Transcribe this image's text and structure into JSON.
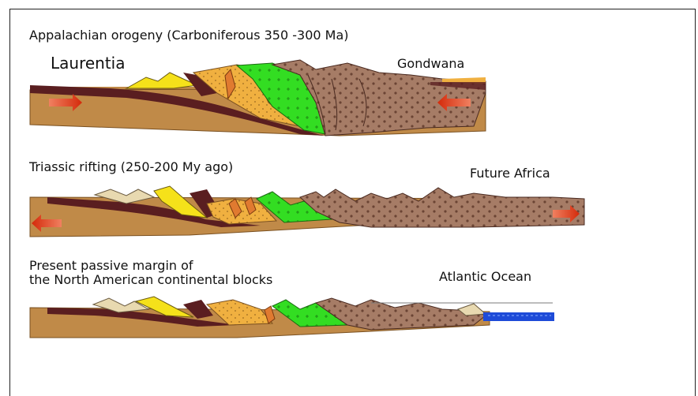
{
  "panel1": {
    "title": "Appalachian orogeny  (Carboniferous  350 -300 Ma)",
    "left_label": "Laurentia",
    "right_label": "Gondwana"
  },
  "panel2": {
    "title": "Triassic rifting (250-200 My ago)",
    "right_label": "Future Africa"
  },
  "panel3": {
    "title_line1": "Present passive margin of",
    "title_line2": "the North American continental blocks",
    "right_label": "Atlantic Ocean"
  },
  "colors": {
    "basement": "#c08a48",
    "dark_layer": "#5a1e20",
    "yellow": "#f5e11a",
    "cream": "#e8d9b0",
    "orange_dotted": "#f0b040",
    "green": "#33dd22",
    "brown_dotted": "#a67c66",
    "arrow_red": "#d42a0a",
    "ocean_blue": "#1e4bd8"
  }
}
